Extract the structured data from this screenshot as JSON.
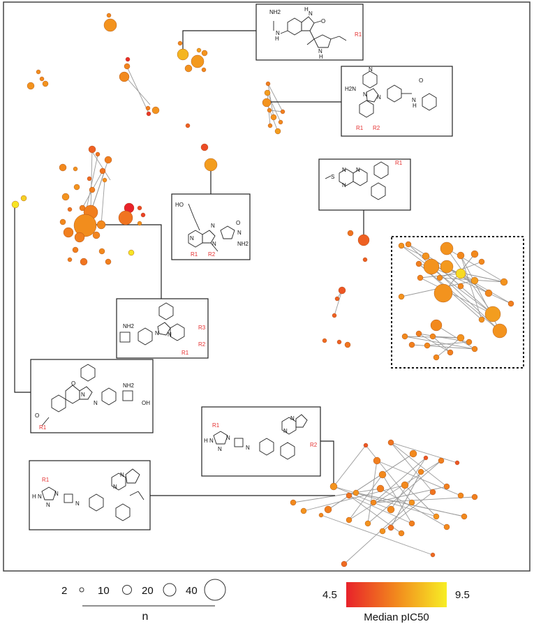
{
  "size_legend": {
    "values": [
      "2",
      "10",
      "20",
      "40"
    ],
    "axis_label": "n"
  },
  "color_legend": {
    "min_label": "4.5",
    "max_label": "9.5",
    "label": "Median pIC50",
    "color_low": "#e8222a",
    "color_mid": "#f2891d",
    "color_high": "#f7ee25"
  },
  "edge_color": "#9a9a9a",
  "frame_color": "#444444",
  "structures": [
    {
      "name": "structure-oxindole-pyrrole",
      "labels": [
        "NH2",
        "O",
        "N",
        "H",
        "N",
        "H",
        "N",
        "H",
        "R1"
      ]
    },
    {
      "name": "structure-imidazopyridine-benzamide",
      "labels": [
        "N",
        "H2N",
        "N",
        "N",
        "N",
        "H",
        "O",
        "R1",
        "R2"
      ]
    },
    {
      "name": "structure-pyridopyrimidine",
      "labels": [
        "S",
        "N",
        "N",
        "N",
        "R1"
      ]
    },
    {
      "name": "structure-imidazopyridine-oxadiazole",
      "labels": [
        "HO",
        "N",
        "O",
        "N",
        "NH2",
        "N",
        "N",
        "R1",
        "R2"
      ]
    },
    {
      "name": "structure-imidazopyridine-cyclobutylamine",
      "labels": [
        "NH2",
        "N",
        "N",
        "R1",
        "R2",
        "R3"
      ]
    },
    {
      "name": "structure-fused-oxazine",
      "labels": [
        "O",
        "N",
        "N",
        "NH2",
        "OH",
        "O",
        "R1"
      ]
    },
    {
      "name": "structure-triazole-azetidine-r2",
      "labels": [
        "R1",
        "N",
        "H",
        "N",
        "N",
        "N",
        "N",
        "N",
        "R2"
      ]
    },
    {
      "name": "structure-triazole-azetidine-isopropyl",
      "labels": [
        "R1",
        "N",
        "H",
        "N",
        "N",
        "N",
        "N",
        "N"
      ]
    }
  ]
}
